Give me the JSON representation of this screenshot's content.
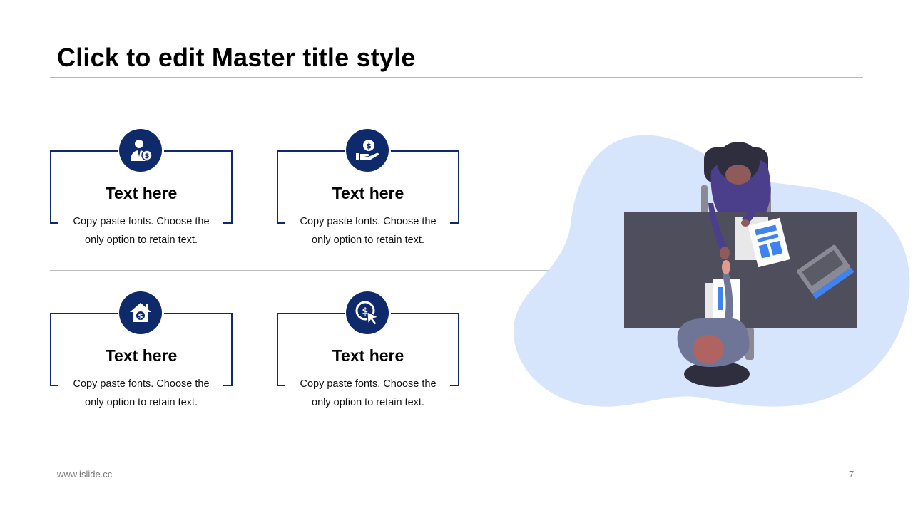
{
  "slide": {
    "title": "Click to edit Master title style",
    "footer_url": "www.islide.cc",
    "page_number": "7"
  },
  "cards": [
    {
      "icon": "businessman-dollar-icon",
      "heading": "Text here",
      "desc": "Copy paste fonts. Choose the only option to retain text."
    },
    {
      "icon": "hand-coin-icon",
      "heading": "Text here",
      "desc": "Copy paste fonts. Choose the only option to retain text."
    },
    {
      "icon": "house-dollar-icon",
      "heading": "Text here",
      "desc": "Copy paste fonts. Choose the only option to retain text."
    },
    {
      "icon": "dollar-cursor-icon",
      "heading": "Text here",
      "desc": "Copy paste fonts. Choose the only option to retain text."
    }
  ],
  "colors": {
    "accent_navy": "#0f2a6a",
    "blob_light_blue": "#d6e5fb",
    "desk_gray": "#4f4e5d",
    "document_blue": "#3e83f0"
  },
  "illustration": {
    "icon": "handshake-meeting-illustration"
  }
}
